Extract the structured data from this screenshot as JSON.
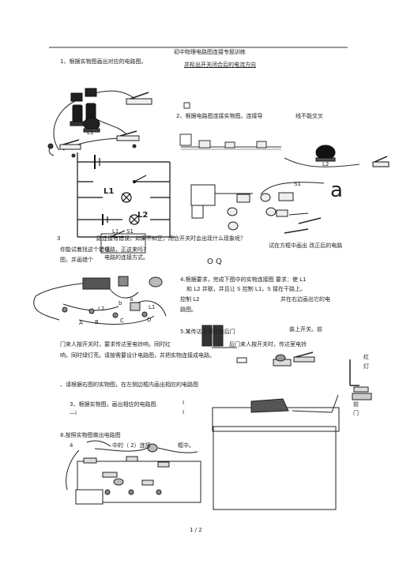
{
  "page": {
    "title": "初中物理电路图连接专题训练",
    "footer": "1 / 2"
  },
  "q1": {
    "label": "1、根据实物图画出对应的电路图。",
    "hint": "并标出开关闭合后的电流方向",
    "l1": "L1"
  },
  "q2": {
    "label": "2、根据电路图连接实物图。连接导",
    "tail": "线不能交叉",
    "l2": "L2",
    "s1": "S1",
    "big_letter": "a"
  },
  "diagram": {
    "l1": "L1",
    "l2": "L2",
    "s1": "L1",
    "s2": "S1"
  },
  "q3": {
    "num": "3",
    "line1": "路连接有错误，如果不纠正，闭合开关时会出现什么现象呢？",
    "line2a": "你能试着找这个错误",
    "line2b": "电路，正这来吗?",
    "line2c": "试在方框中画出 改正后的电路",
    "line3a": "图，并画错个",
    "line3b": "电路的连接方式。",
    "oq": "O Q"
  },
  "q4": {
    "line1": "4.根据要求，完成下图中的实物连接图 要求：使 L1",
    "line2": "和 L2 并联，并且让 S 控制 L1，S 接在干路上。",
    "line3a": "控制 L2",
    "line3b": "并在右边画出它的电",
    "line4": "路图。",
    "labels": [
      "A",
      "B",
      "C",
      "D",
      "L1",
      "L2",
      "a",
      "b"
    ]
  },
  "q5": {
    "line1a": "5.某传达室要在前后门",
    "line1b": "装上开关。前",
    "line2a": "门来人按开关时，要求传达室电铃响，同时红",
    "line2b": "后门来人按开关时，传达室电铃",
    "line3": "响，同时绿灯亮。请按需要设计电路图，并把实物连接成电路。",
    "right_labels": [
      "红",
      "灯",
      "前",
      "门"
    ]
  },
  "q6": {
    "label": "、请根据右图的实物图，在左侧边框内画出相应的电路图"
  },
  "q7": {
    "label": "3、根据实物图，画出相应的电路图.",
    "marker": "—i",
    "bar": "I"
  },
  "q8": {
    "label": "8.按照实物图做出电路图",
    "sub": "4",
    "sub_text": "中的（ 2）连接",
    "tail": "框中。"
  }
}
